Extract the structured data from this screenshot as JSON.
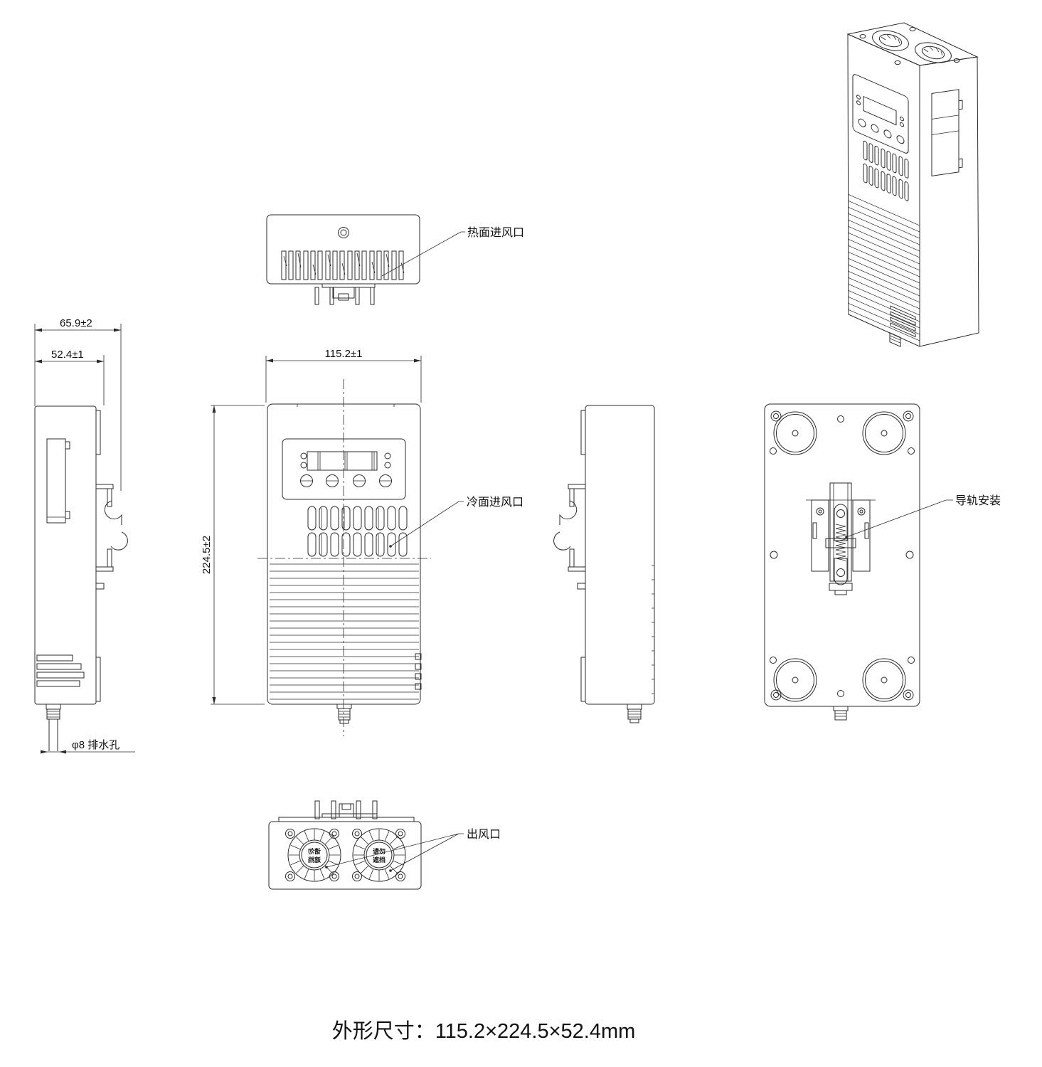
{
  "page": {
    "background": "#ffffff",
    "line_color": "#2b2b2b",
    "drawing_type": "mechanical-outline-drawing"
  },
  "labels": {
    "hot_air_inlet": "热面进风口",
    "cold_air_inlet": "冷面进风口",
    "rail_mount": "导轨安装",
    "air_outlet": "出风口",
    "drain_hole": "φ8 排水孔"
  },
  "dimensions": {
    "overall_depth": "65.9±2",
    "body_depth": "52.4±1",
    "width": "115.2±1",
    "height": "224.5±2"
  },
  "fan_warning": {
    "line1": "请勿",
    "line2": "遮挡"
  },
  "footer": {
    "overall_size": "外形尺寸：115.2×224.5×52.4mm"
  }
}
